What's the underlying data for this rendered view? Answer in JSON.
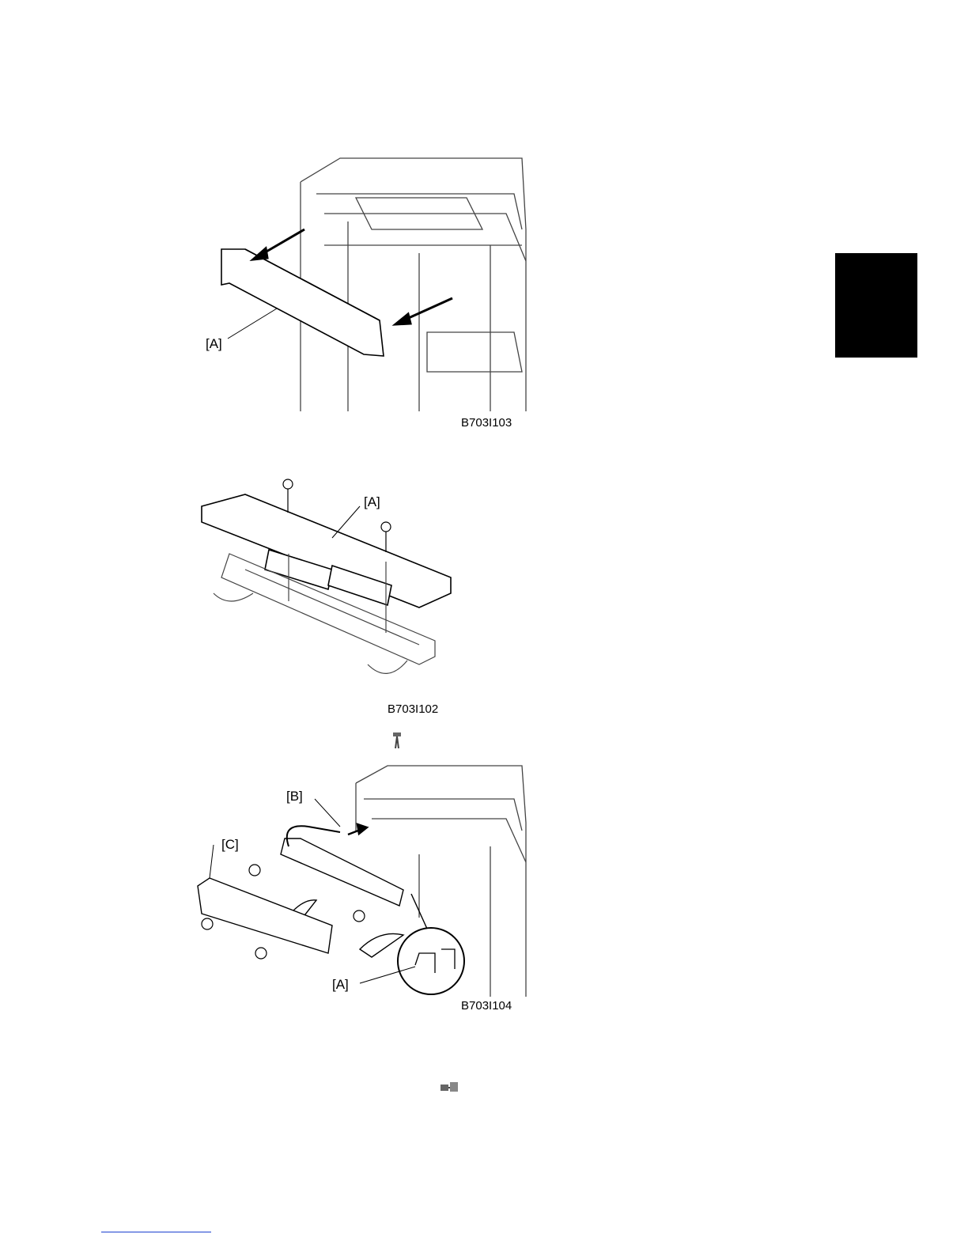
{
  "figures": [
    {
      "code": "B703I103",
      "callouts": [
        "[A]"
      ]
    },
    {
      "code": "B703I102",
      "callouts": [
        "[A]"
      ]
    },
    {
      "code": "B703I104",
      "callouts": [
        "[A]",
        "[B]",
        "[C]"
      ]
    }
  ],
  "icons": [
    "screw-icon",
    "connector-icon"
  ],
  "colors": {
    "tab": "#000000",
    "footer_rule": "#1a3fd0"
  }
}
